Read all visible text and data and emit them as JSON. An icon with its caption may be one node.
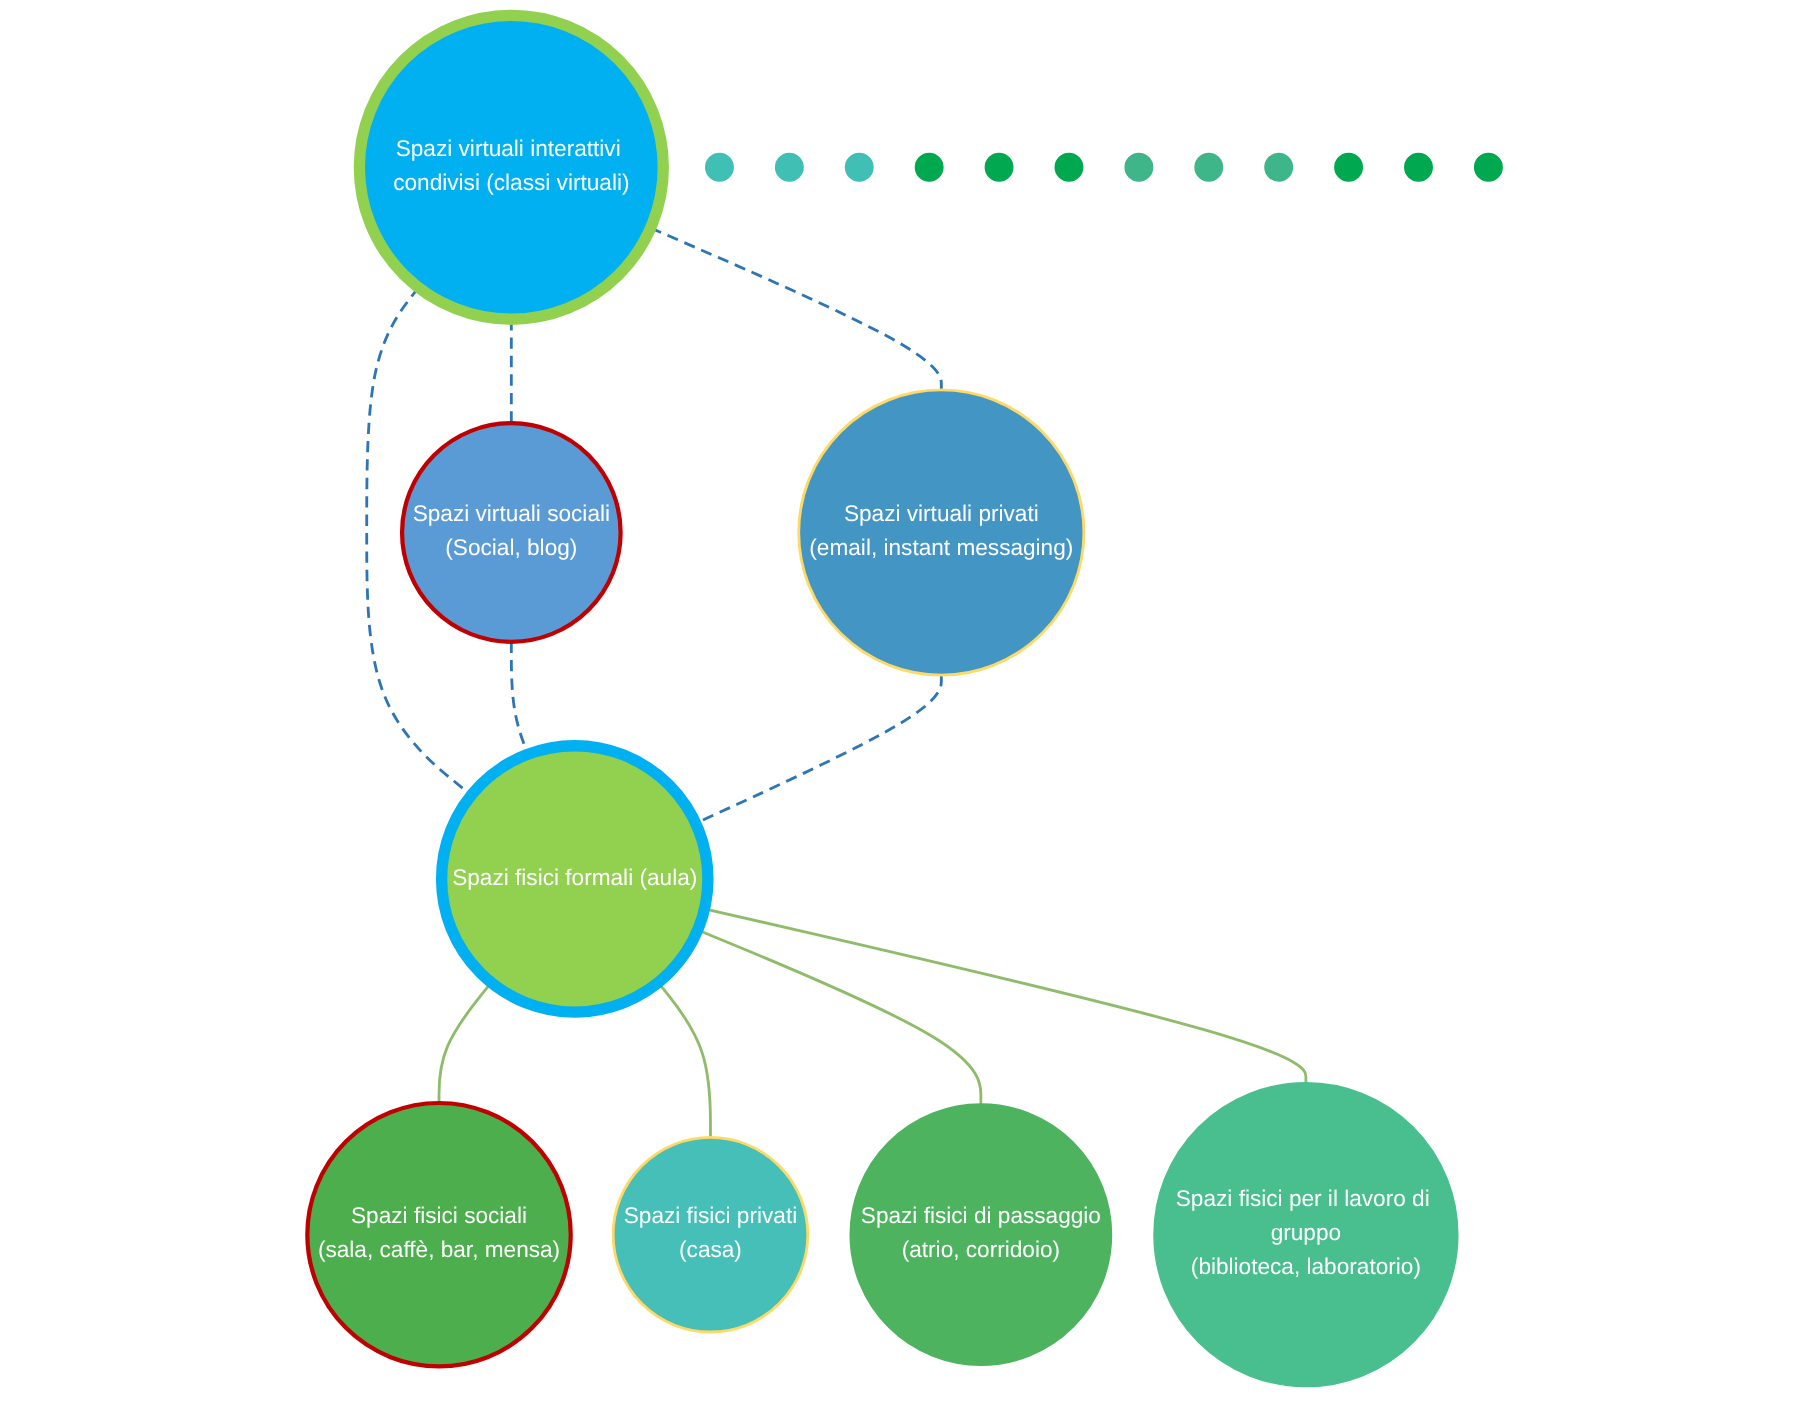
{
  "diagram": {
    "nodes": [
      {
        "text": [
          "Spazi virtuali interattivi condivisi (classi virtuali)"
        ]
      },
      {
        "text": [
          "Spazi virtuali sociali",
          "(Social, blog)"
        ]
      },
      {
        "text": [
          "Spazi virtuali privati",
          "(email, instant messaging)"
        ]
      },
      {
        "text": [
          "Spazi fisici formali (aula)"
        ]
      },
      {
        "text": [
          "Spazi fisici sociali",
          "(sala, caffè, bar, mensa)"
        ]
      },
      {
        "text": [
          "Spazi fisici privati",
          "(casa)"
        ]
      },
      {
        "text": [
          "Spazi fisici di passaggio",
          "(atrio, corridoio)"
        ]
      },
      {
        "text": [
          "Spazi fisici per il lavoro di gruppo",
          "(biblioteca, laboratorio)"
        ]
      },
      {
        "text": [],
        "shape": "circle"
      },
      {
        "text": [],
        "shape": "circle"
      },
      {
        "text": [],
        "shape": "circle"
      },
      {
        "text": [],
        "shape": "circle"
      },
      {
        "text": [],
        "shape": "circle"
      },
      {
        "text": [],
        "shape": "circle"
      },
      {
        "text": [],
        "shape": "circle"
      },
      {
        "text": [],
        "shape": "circle"
      },
      {
        "text": [],
        "shape": "circle"
      },
      {
        "text": [],
        "shape": "circle"
      },
      {
        "text": [],
        "shape": "circle"
      },
      {
        "text": [],
        "shape": "circle"
      }
    ],
    "edges": [
      {
        "from": 0,
        "to": 1,
        "arrow": "none",
        "style": "dashed"
      },
      {
        "from": 0,
        "to": 2,
        "arrow": "none",
        "style": "dashed"
      },
      {
        "from": 0,
        "to": 3,
        "arrow": "none",
        "style": "dashed"
      },
      {
        "from": 1,
        "to": 3,
        "arrow": "none",
        "style": "dashed"
      },
      {
        "from": 2,
        "to": 3,
        "arrow": "none",
        "style": "dashed"
      },
      {
        "from": 3,
        "to": 4,
        "arrow": "none",
        "color": "#8fbc6a"
      },
      {
        "from": 3,
        "to": 5,
        "arrow": "none",
        "color": "#8fbc6a"
      },
      {
        "from": 3,
        "to": 6,
        "arrow": "none",
        "color": "#8fbc6a"
      },
      {
        "from": 3,
        "to": 7,
        "arrow": "none",
        "color": "#8fbc6a"
      }
    ]
  }
}
